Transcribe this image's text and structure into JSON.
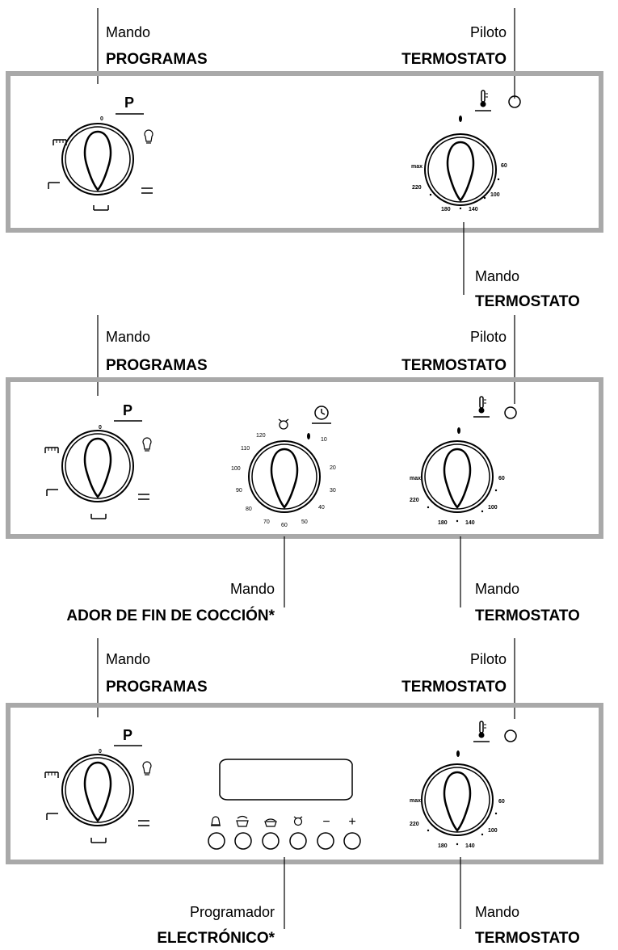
{
  "panel1": {
    "programas_small": "Mando",
    "programas_bold": "PROGRAMAS",
    "piloto_small": "Piloto",
    "piloto_bold": "TERMOSTATO",
    "termostato_small": "Mando",
    "termostato_bold": "TERMOSTATO",
    "prog_symbol": "P",
    "prog_zero": "0",
    "thermo_ticks": {
      "max": "max",
      "t220": "220",
      "t180": "180",
      "t140": "140",
      "t100": "100",
      "t60": "60"
    }
  },
  "panel2": {
    "programas_small": "Mando",
    "programas_bold": "PROGRAMAS",
    "piloto_small": "Piloto",
    "piloto_bold": "TERMOSTATO",
    "timer_small": "Mando",
    "timer_bold": "ADOR DE FIN DE COCCIÓN*",
    "termostato_small": "Mando",
    "termostato_bold": "TERMOSTATO",
    "prog_symbol": "P",
    "prog_zero": "0",
    "timer_ticks": [
      "10",
      "20",
      "30",
      "40",
      "50",
      "60",
      "70",
      "80",
      "90",
      "100",
      "110",
      "120"
    ],
    "thermo_ticks": {
      "max": "max",
      "t220": "220",
      "t180": "180",
      "t140": "140",
      "t100": "100",
      "t60": "60"
    }
  },
  "panel3": {
    "programas_small": "Mando",
    "programas_bold": "PROGRAMAS",
    "piloto_small": "Piloto",
    "piloto_bold": "TERMOSTATO",
    "programador_small": "Programador",
    "programador_bold": "ELECTRÓNICO*",
    "termostato_small": "Mando",
    "termostato_bold": "TERMOSTATO",
    "prog_symbol": "P",
    "prog_zero": "0",
    "button_symbols": [
      "bell",
      "pot-lid",
      "pot",
      "timer",
      "−",
      "+"
    ],
    "thermo_ticks": {
      "max": "max",
      "t220": "220",
      "t180": "180",
      "t140": "140",
      "t100": "100",
      "t60": "60"
    }
  },
  "colors": {
    "panel_border": "#a9a9a9",
    "line": "#000000"
  }
}
